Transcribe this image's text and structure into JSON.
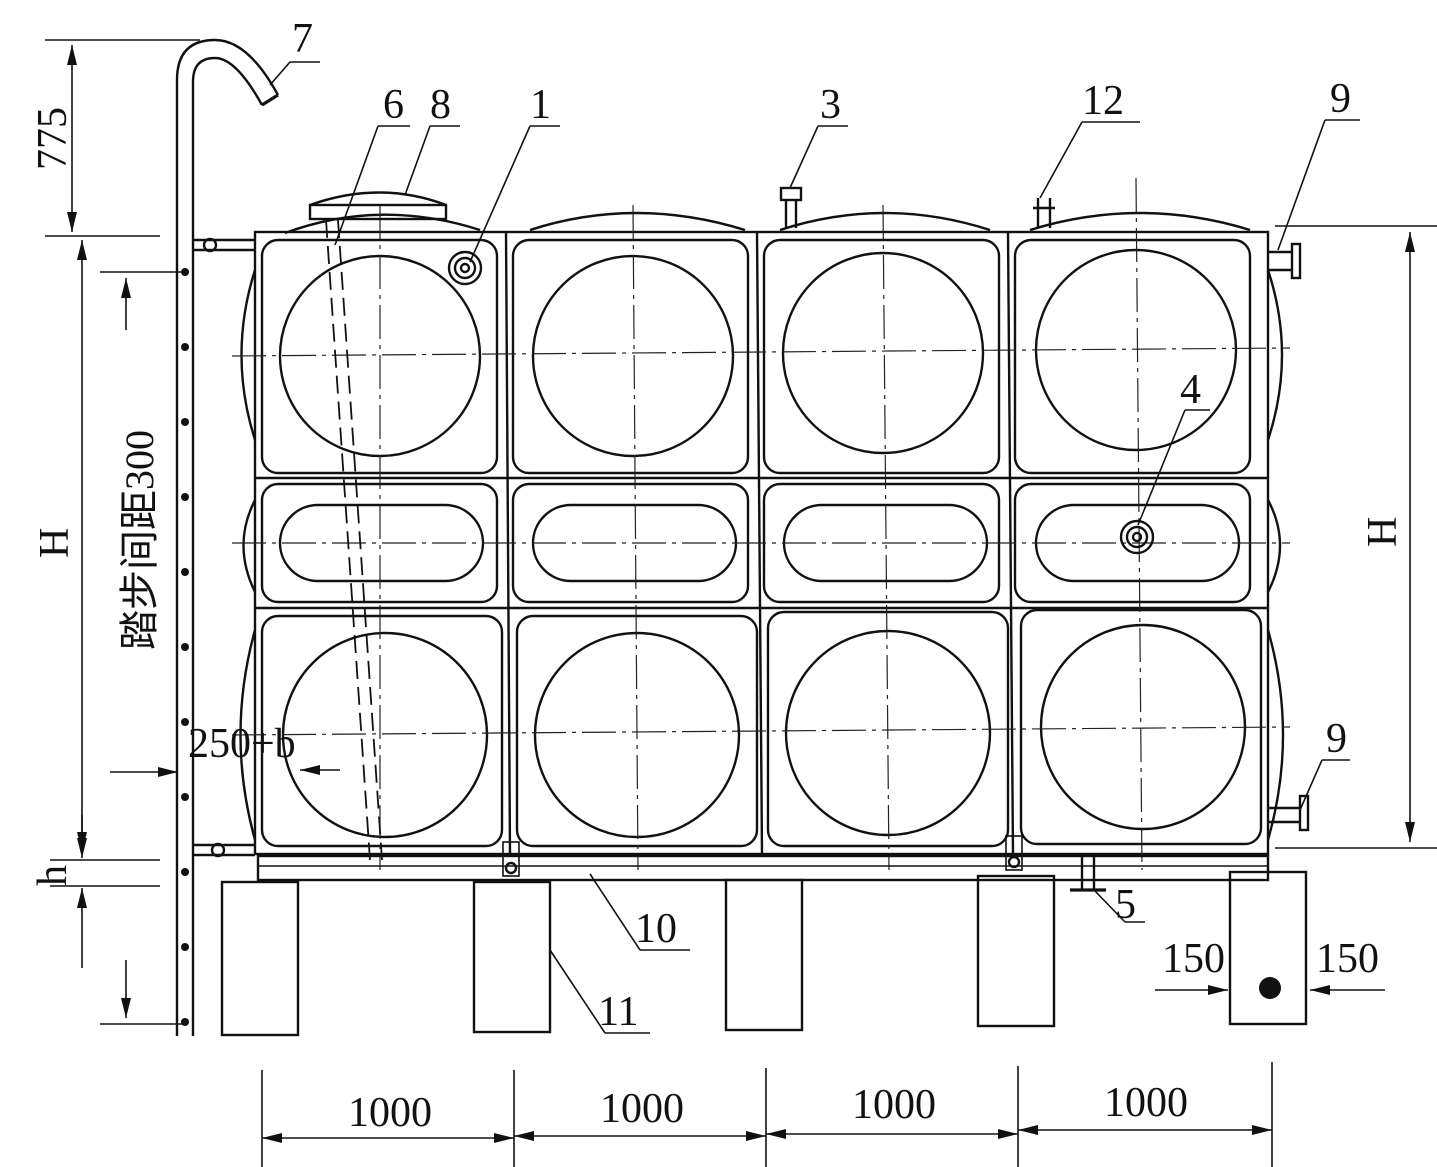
{
  "labels": {
    "l1": "1",
    "l3": "3",
    "l4": "4",
    "l5": "5",
    "l6": "6",
    "l7": "7",
    "l8": "8",
    "l9a": "9",
    "l9b": "9",
    "l10": "10",
    "l11": "11",
    "l12": "12"
  },
  "dims": {
    "top": "775",
    "h_left": "H",
    "h_right": "H",
    "small_h": "h",
    "step": "踏步间距300",
    "offset": "250+b",
    "side_a": "150",
    "side_b": "150",
    "w1": "1000",
    "w2": "1000",
    "w3": "1000",
    "w4": "1000"
  }
}
